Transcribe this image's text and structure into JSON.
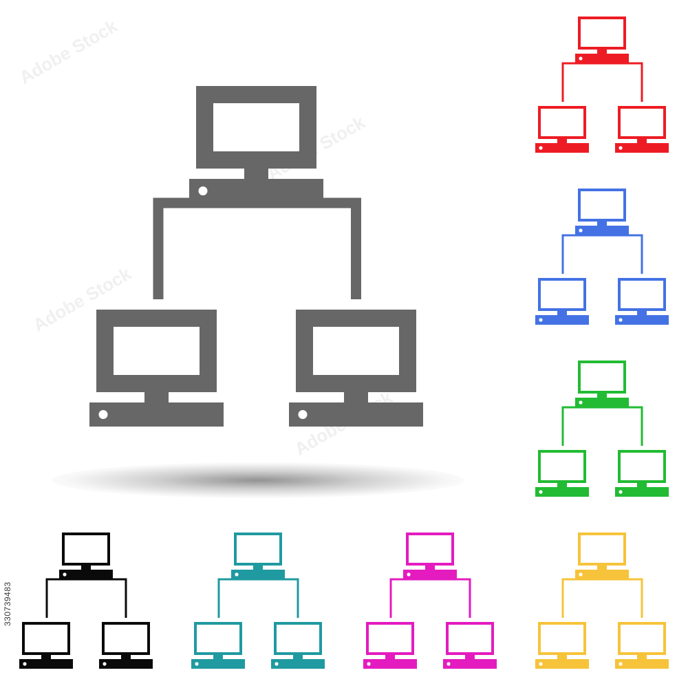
{
  "stock_id": "330739483",
  "watermark_text": "Adobe Stock",
  "main_icon": {
    "name": "computer-network-icon",
    "color": "#676767"
  },
  "variants": [
    {
      "name": "red",
      "color": "#ed1c24"
    },
    {
      "name": "blue",
      "color": "#4472e4"
    },
    {
      "name": "green",
      "color": "#22bb33"
    },
    {
      "name": "black",
      "color": "#0a0a0a"
    },
    {
      "name": "teal",
      "color": "#1f9aa0"
    },
    {
      "name": "magenta",
      "color": "#e41bbf"
    },
    {
      "name": "yellow",
      "color": "#f6c33a"
    }
  ]
}
